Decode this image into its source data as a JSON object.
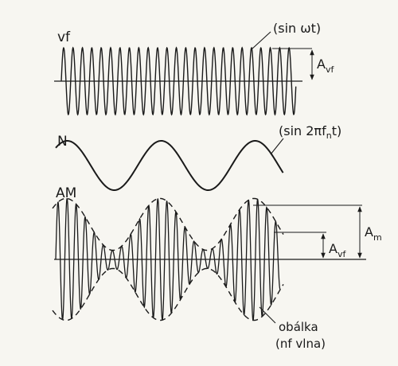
{
  "labels": {
    "vf": "vf",
    "carrier": "(sin ωt)",
    "a_vf_top": "A",
    "a_vf_top_sub": "vf",
    "n": "N",
    "modulating": "(sin 2πf",
    "modulating_sub": "n",
    "modulating_end": "t)",
    "am": "AM",
    "a_m": "A",
    "a_m_sub": "m",
    "a_vf_am": "A",
    "a_vf_am_sub": "vf",
    "envelope_line1": "obálka",
    "envelope_line2": "(nf vlna)"
  },
  "colors": {
    "ink": "#1a1a1a",
    "paper": "#f7f6f1"
  }
}
